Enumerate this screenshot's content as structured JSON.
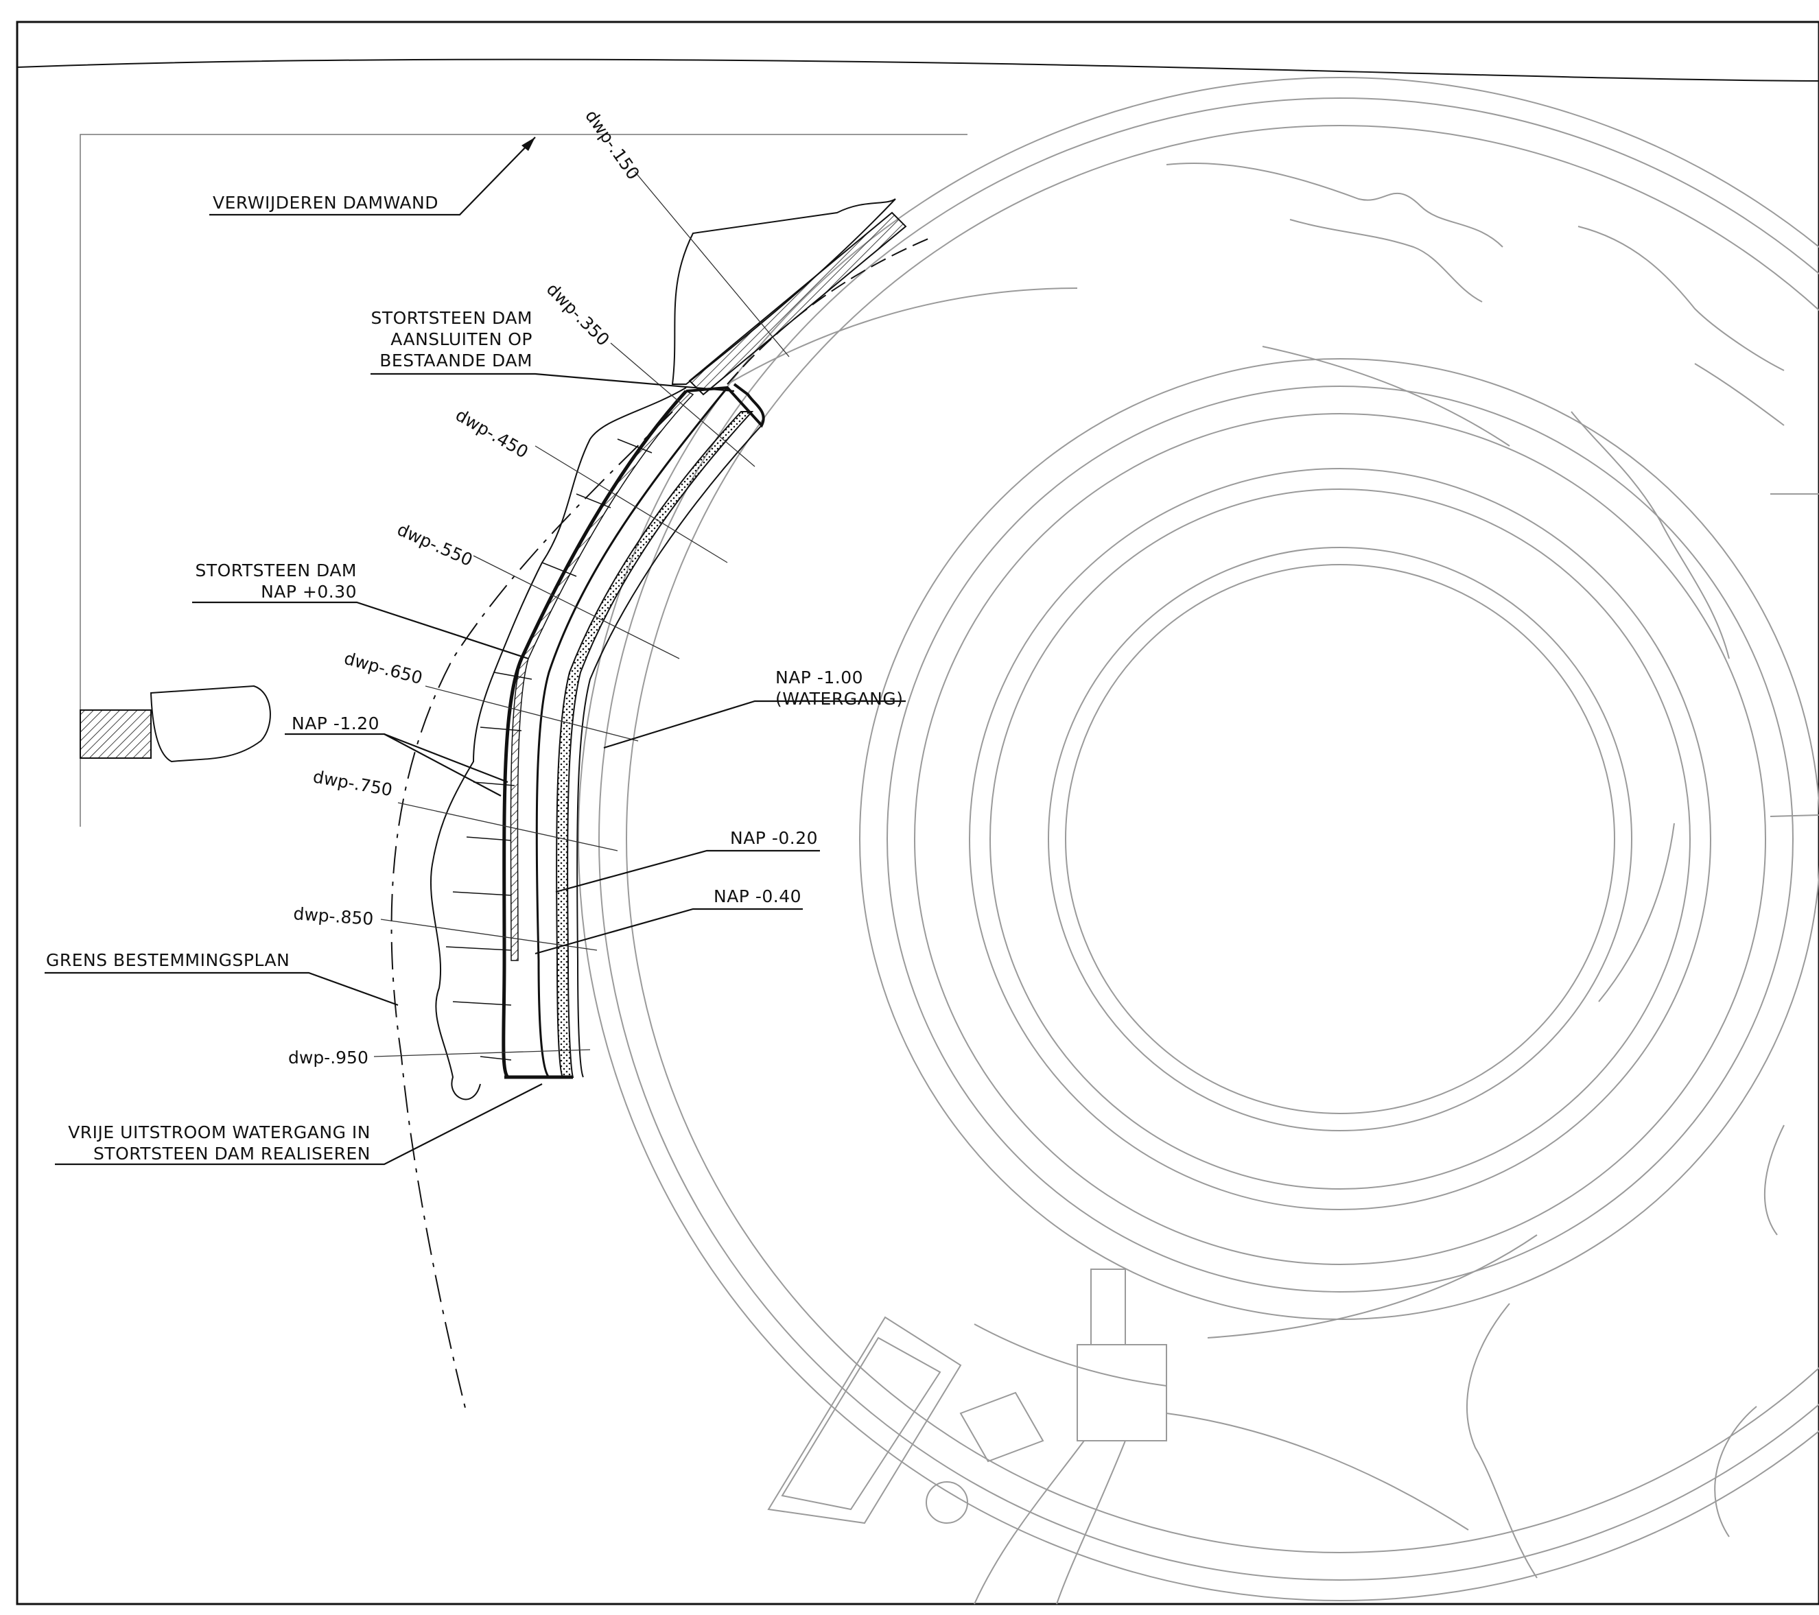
{
  "colors": {
    "ink": "#111111",
    "background_plan": "#9a9a9a",
    "background": "#ffffff"
  },
  "labels": {
    "verwijderen_damwand": "VERWIJDEREN DAMWAND",
    "stortsteen_aansluiten_1": "STORTSTEEN DAM",
    "stortsteen_aansluiten_2": "AANSLUITEN OP",
    "stortsteen_aansluiten_3": "BESTAANDE DAM",
    "stortsteen_nap_1": "STORTSTEEN DAM",
    "stortsteen_nap_2": "NAP +0.30",
    "nap_120": "NAP -1.20",
    "nap_100_1": "NAP -1.00",
    "nap_100_2": "(WATERGANG)",
    "nap_020": "NAP -0.20",
    "nap_040": "NAP -0.40",
    "grens": "GRENS BESTEMMINGSPLAN",
    "vrije_1": "VRIJE UITSTROOM WATERGANG IN",
    "vrije_2": "STORTSTEEN DAM REALISEREN"
  },
  "stations": [
    "dwp-.150",
    "dwp-.350",
    "dwp-.450",
    "dwp-.550",
    "dwp-.650",
    "dwp-.750",
    "dwp-.850",
    "dwp-.950"
  ]
}
